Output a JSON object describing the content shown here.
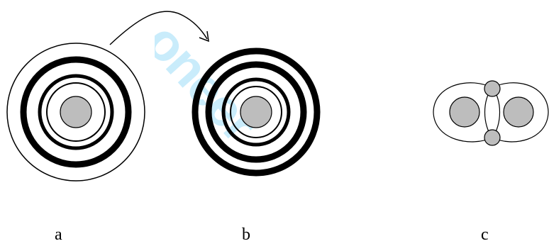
{
  "labels": {
    "a": "a",
    "b": "b",
    "c": "c"
  },
  "watermark": {
    "text": "oneer"
  },
  "colors": {
    "nucleus_fill": "#bdbdbd",
    "stroke": "#000000",
    "watermark": "#c9ecfb",
    "background": "#ffffff"
  },
  "diagrams": [
    {
      "id": "a",
      "description_name": "atom-a",
      "shells": 4
    },
    {
      "id": "b",
      "description_name": "atom-b",
      "shells": 4
    },
    {
      "id": "c",
      "description_name": "molecule-c",
      "atoms": 2,
      "shared_electrons": 2
    }
  ]
}
